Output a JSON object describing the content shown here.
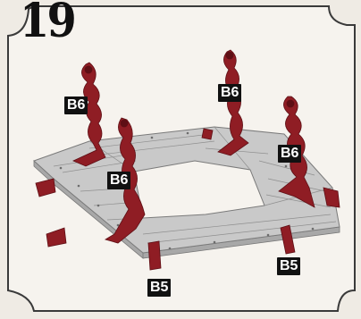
{
  "step": {
    "number": "19"
  },
  "labels": {
    "b6_left": "B6",
    "b6_top": "B6",
    "b6_right": "B6",
    "b6_center": "B6",
    "b5_bottom": "B5",
    "b5_right": "B5"
  },
  "colors": {
    "background": "#efebe4",
    "frame": "#3a3a3a",
    "platform_top": "#c9c9c9",
    "platform_side": "#a8a8a8",
    "plank_line": "#8f8f8f",
    "part_red": "#8f1d24",
    "part_red_dark": "#5e0f15",
    "label_bg": "#111111",
    "label_text": "#ffffff"
  }
}
